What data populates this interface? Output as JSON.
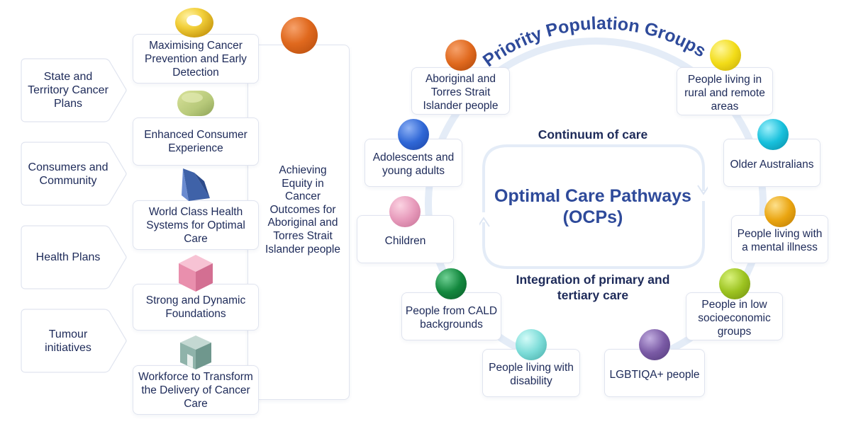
{
  "left_column": {
    "items": [
      {
        "label": "State and Territory Cancer Plans"
      },
      {
        "label": "Consumers and Community"
      },
      {
        "label": "Health Plans"
      },
      {
        "label": "Tumour initiatives"
      }
    ]
  },
  "pillars": {
    "items": [
      {
        "label": "Maximising Cancer Prevention and Early Detection",
        "icon": "torus-icon",
        "color": "#f2cf3a"
      },
      {
        "label": "Enhanced Consumer Experience",
        "icon": "capsule-icon",
        "color": "#b7c97a"
      },
      {
        "label": "World Class Health Systems for Optimal Care",
        "icon": "wedge-icon",
        "color": "#3f62a8"
      },
      {
        "label": "Strong and Dynamic Foundations",
        "icon": "cube-icon",
        "color": "#e98fad"
      },
      {
        "label": "Workforce to Transform the Delivery of Cancer Care",
        "icon": "step-block-icon",
        "color": "#8fb3aa"
      }
    ]
  },
  "achieving": {
    "label": "Achieving Equity in Cancer Outcomes for Aboriginal and Torres Strait Islander people",
    "ball_color": "#e0691e"
  },
  "priority": {
    "title": "Priority Population Groups",
    "continuum": "Continuum of care",
    "ocp": "Optimal Care Pathways (OCPs)",
    "integration": "Integration of primary and tertiary care",
    "groups": [
      {
        "label": "Aboriginal and Torres Strait Islander people",
        "color": "#e0691e"
      },
      {
        "label": "People living in rural and remote areas",
        "color": "#f2dc18"
      },
      {
        "label": "Adolescents and young adults",
        "color": "#2f67d6"
      },
      {
        "label": "Older Australians",
        "color": "#17c0dc"
      },
      {
        "label": "Children",
        "color": "#e79abb"
      },
      {
        "label": "People living with a mental illness",
        "color": "#eaa511"
      },
      {
        "label": "People from CALD backgrounds",
        "color": "#13883e"
      },
      {
        "label": "People in low socioeconomic groups",
        "color": "#9cc320"
      },
      {
        "label": "People living with disability",
        "color": "#7cdcd8"
      },
      {
        "label": "LGBTIQA+ people",
        "color": "#7a5aa5"
      }
    ]
  }
}
